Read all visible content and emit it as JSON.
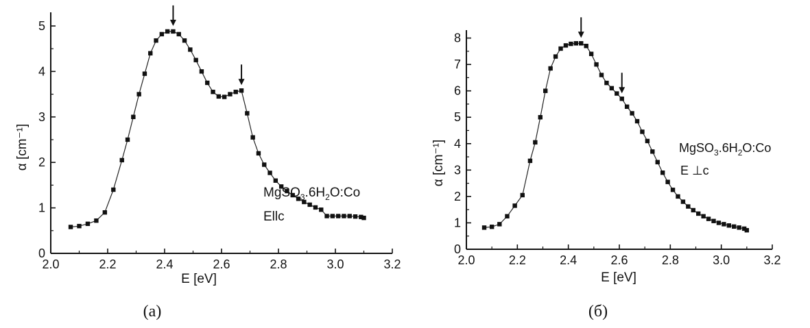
{
  "chart_data": [
    {
      "type": "scatter",
      "caption": "(a)",
      "xlabel": "E [eV]",
      "ylabel": "α [cm⁻¹]",
      "xlim": [
        2.0,
        3.2
      ],
      "ylim": [
        0,
        5.3
      ],
      "xticks": [
        "2.0",
        "2.2",
        "2.4",
        "2.6",
        "2.8",
        "3.0",
        "3.2"
      ],
      "yticks": [
        "0",
        "1",
        "2",
        "3",
        "4",
        "5"
      ],
      "grid": false,
      "annotation": {
        "line1": {
          "base": "MgSO",
          "sub1": "3",
          "mid": ".6H",
          "sub2": "2",
          "tail": "O:Co"
        },
        "line2": "Ellc"
      },
      "arrows_x": [
        2.43,
        2.67
      ],
      "series": [
        {
          "x": [
            2.07,
            2.1,
            2.13,
            2.16,
            2.19,
            2.22,
            2.25,
            2.27,
            2.29,
            2.31,
            2.33,
            2.35,
            2.37,
            2.39,
            2.41,
            2.43,
            2.45,
            2.47,
            2.49,
            2.51,
            2.53,
            2.55,
            2.57,
            2.59,
            2.61,
            2.63,
            2.65,
            2.67,
            2.69,
            2.71,
            2.73,
            2.75,
            2.77,
            2.79,
            2.81,
            2.83,
            2.85,
            2.87,
            2.89,
            2.91,
            2.93,
            2.95,
            2.97,
            2.99,
            3.01,
            3.03,
            3.05,
            3.07,
            3.09,
            3.1
          ],
          "y": [
            0.58,
            0.6,
            0.65,
            0.72,
            0.9,
            1.4,
            2.05,
            2.5,
            3.0,
            3.5,
            3.95,
            4.4,
            4.68,
            4.82,
            4.88,
            4.88,
            4.82,
            4.68,
            4.48,
            4.25,
            4.0,
            3.75,
            3.55,
            3.45,
            3.44,
            3.5,
            3.55,
            3.58,
            3.08,
            2.55,
            2.2,
            1.95,
            1.77,
            1.6,
            1.47,
            1.37,
            1.28,
            1.2,
            1.13,
            1.07,
            1.01,
            0.96,
            0.82,
            0.82,
            0.82,
            0.82,
            0.82,
            0.81,
            0.8,
            0.78
          ]
        }
      ]
    },
    {
      "type": "scatter",
      "caption": "(б)",
      "xlabel": "E [eV]",
      "ylabel": "α [cm⁻¹]",
      "xlim": [
        2.0,
        3.2
      ],
      "ylim": [
        0,
        8.3
      ],
      "xticks": [
        "2.0",
        "2.2",
        "2.4",
        "2.6",
        "2.8",
        "3.0",
        "3.2"
      ],
      "yticks": [
        "0",
        "1",
        "2",
        "3",
        "4",
        "5",
        "6",
        "7",
        "8"
      ],
      "grid": false,
      "annotation": {
        "line1": {
          "base": "MgSO",
          "sub1": "3",
          "mid": ".6H",
          "sub2": "2",
          "tail": "O:Co"
        },
        "line2": "E ⊥c"
      },
      "arrows_x": [
        2.45,
        2.61
      ],
      "series": [
        {
          "x": [
            2.07,
            2.1,
            2.13,
            2.16,
            2.19,
            2.22,
            2.25,
            2.27,
            2.29,
            2.31,
            2.33,
            2.35,
            2.37,
            2.39,
            2.41,
            2.43,
            2.45,
            2.47,
            2.49,
            2.51,
            2.53,
            2.55,
            2.57,
            2.59,
            2.61,
            2.63,
            2.65,
            2.67,
            2.69,
            2.71,
            2.73,
            2.75,
            2.77,
            2.79,
            2.81,
            2.83,
            2.85,
            2.87,
            2.89,
            2.91,
            2.93,
            2.95,
            2.97,
            2.99,
            3.01,
            3.03,
            3.05,
            3.07,
            3.09,
            3.1
          ],
          "y": [
            0.82,
            0.85,
            0.95,
            1.25,
            1.65,
            2.05,
            3.35,
            4.05,
            5.0,
            6.0,
            6.85,
            7.3,
            7.6,
            7.72,
            7.78,
            7.8,
            7.8,
            7.7,
            7.4,
            7.0,
            6.6,
            6.3,
            6.1,
            5.9,
            5.7,
            5.4,
            5.15,
            4.85,
            4.45,
            4.1,
            3.7,
            3.3,
            2.9,
            2.55,
            2.25,
            2.0,
            1.8,
            1.62,
            1.48,
            1.35,
            1.25,
            1.15,
            1.07,
            1.0,
            0.95,
            0.9,
            0.86,
            0.82,
            0.78,
            0.72
          ]
        }
      ]
    }
  ]
}
